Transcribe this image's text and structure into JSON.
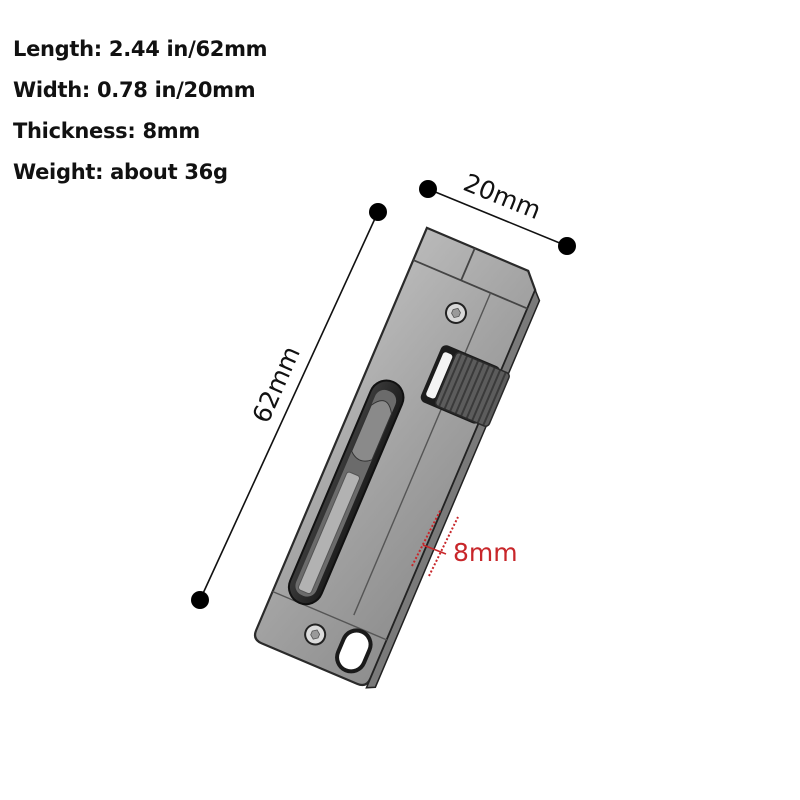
{
  "specs": {
    "length": "Length: 2.44 in/62mm",
    "width": "Width: 0.78 in/20mm",
    "thickness": "Thickness: 8mm",
    "weight": "Weight: about 36g"
  },
  "dimensions": {
    "length_label": "62mm",
    "width_label": "20mm",
    "thickness_label": "8mm"
  },
  "colors": {
    "text": "#111111",
    "thickness_accent": "#c8262a",
    "body_metal": "#a7a7a7",
    "body_edge": "#2a2a2a"
  }
}
